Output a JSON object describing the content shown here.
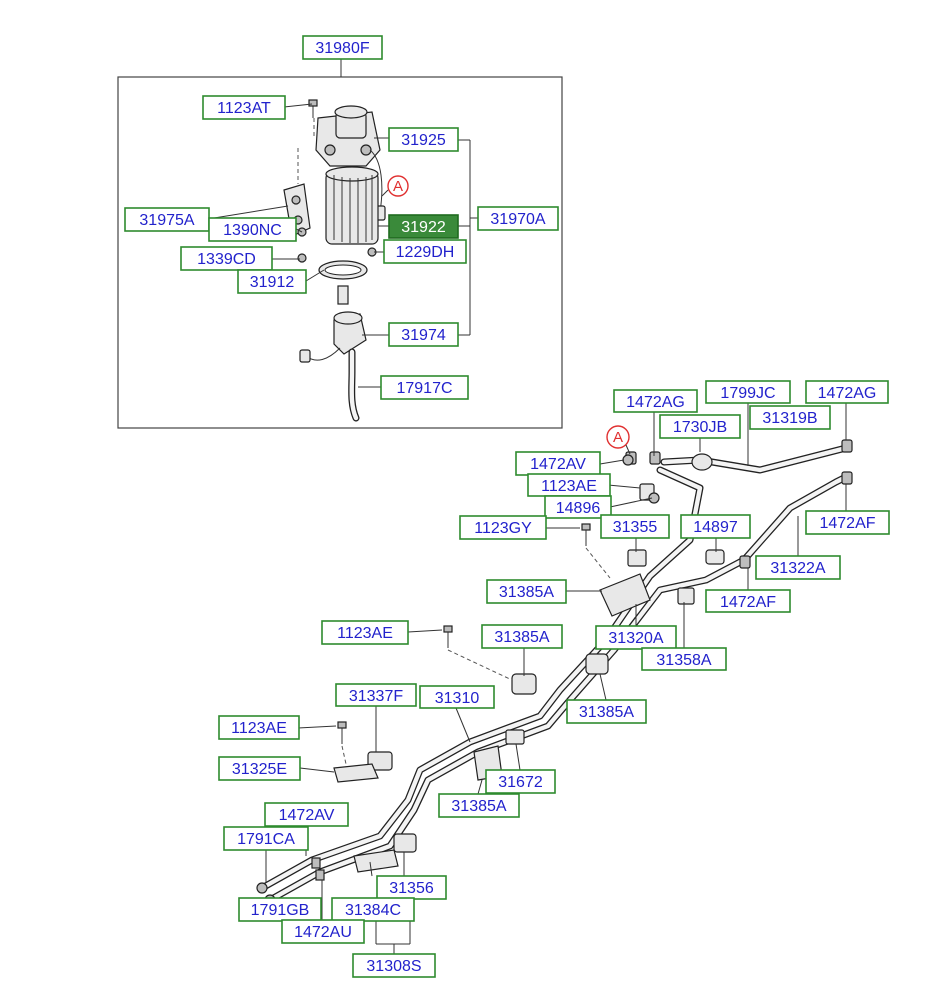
{
  "diagram": {
    "callout_letter": "A",
    "labels": [
      {
        "id": "31980F",
        "text": "31980F"
      },
      {
        "id": "1123AT",
        "text": "1123AT"
      },
      {
        "id": "31925",
        "text": "31925"
      },
      {
        "id": "31975A",
        "text": "31975A"
      },
      {
        "id": "1390NC",
        "text": "1390NC"
      },
      {
        "id": "31922",
        "text": "31922"
      },
      {
        "id": "31970A",
        "text": "31970A"
      },
      {
        "id": "1339CD",
        "text": "1339CD"
      },
      {
        "id": "1229DH",
        "text": "1229DH"
      },
      {
        "id": "31912",
        "text": "31912"
      },
      {
        "id": "31974",
        "text": "31974"
      },
      {
        "id": "17917C",
        "text": "17917C"
      },
      {
        "id": "1472AG-1",
        "text": "1472AG"
      },
      {
        "id": "1799JC",
        "text": "1799JC"
      },
      {
        "id": "1472AG-2",
        "text": "1472AG"
      },
      {
        "id": "1730JB",
        "text": "1730JB"
      },
      {
        "id": "31319B",
        "text": "31319B"
      },
      {
        "id": "1472AV-1",
        "text": "1472AV"
      },
      {
        "id": "1123AE-1",
        "text": "1123AE"
      },
      {
        "id": "14896",
        "text": "14896"
      },
      {
        "id": "1123GY",
        "text": "1123GY"
      },
      {
        "id": "31355",
        "text": "31355"
      },
      {
        "id": "14897",
        "text": "14897"
      },
      {
        "id": "1472AF-1",
        "text": "1472AF"
      },
      {
        "id": "31322A",
        "text": "31322A"
      },
      {
        "id": "31385A-1",
        "text": "31385A"
      },
      {
        "id": "1472AF-2",
        "text": "1472AF"
      },
      {
        "id": "1123AE-2",
        "text": "1123AE"
      },
      {
        "id": "31385A-2",
        "text": "31385A"
      },
      {
        "id": "31320A",
        "text": "31320A"
      },
      {
        "id": "31358A",
        "text": "31358A"
      },
      {
        "id": "31385A-3",
        "text": "31385A"
      },
      {
        "id": "31337F",
        "text": "31337F"
      },
      {
        "id": "31310",
        "text": "31310"
      },
      {
        "id": "1123AE-3",
        "text": "1123AE"
      },
      {
        "id": "31325E",
        "text": "31325E"
      },
      {
        "id": "31672",
        "text": "31672"
      },
      {
        "id": "31385A-4",
        "text": "31385A"
      },
      {
        "id": "1472AV-2",
        "text": "1472AV"
      },
      {
        "id": "1791CA",
        "text": "1791CA"
      },
      {
        "id": "31356",
        "text": "31356"
      },
      {
        "id": "1791GB",
        "text": "1791GB"
      },
      {
        "id": "31384C",
        "text": "31384C"
      },
      {
        "id": "1472AU",
        "text": "1472AU"
      },
      {
        "id": "31308S",
        "text": "31308S"
      }
    ]
  }
}
